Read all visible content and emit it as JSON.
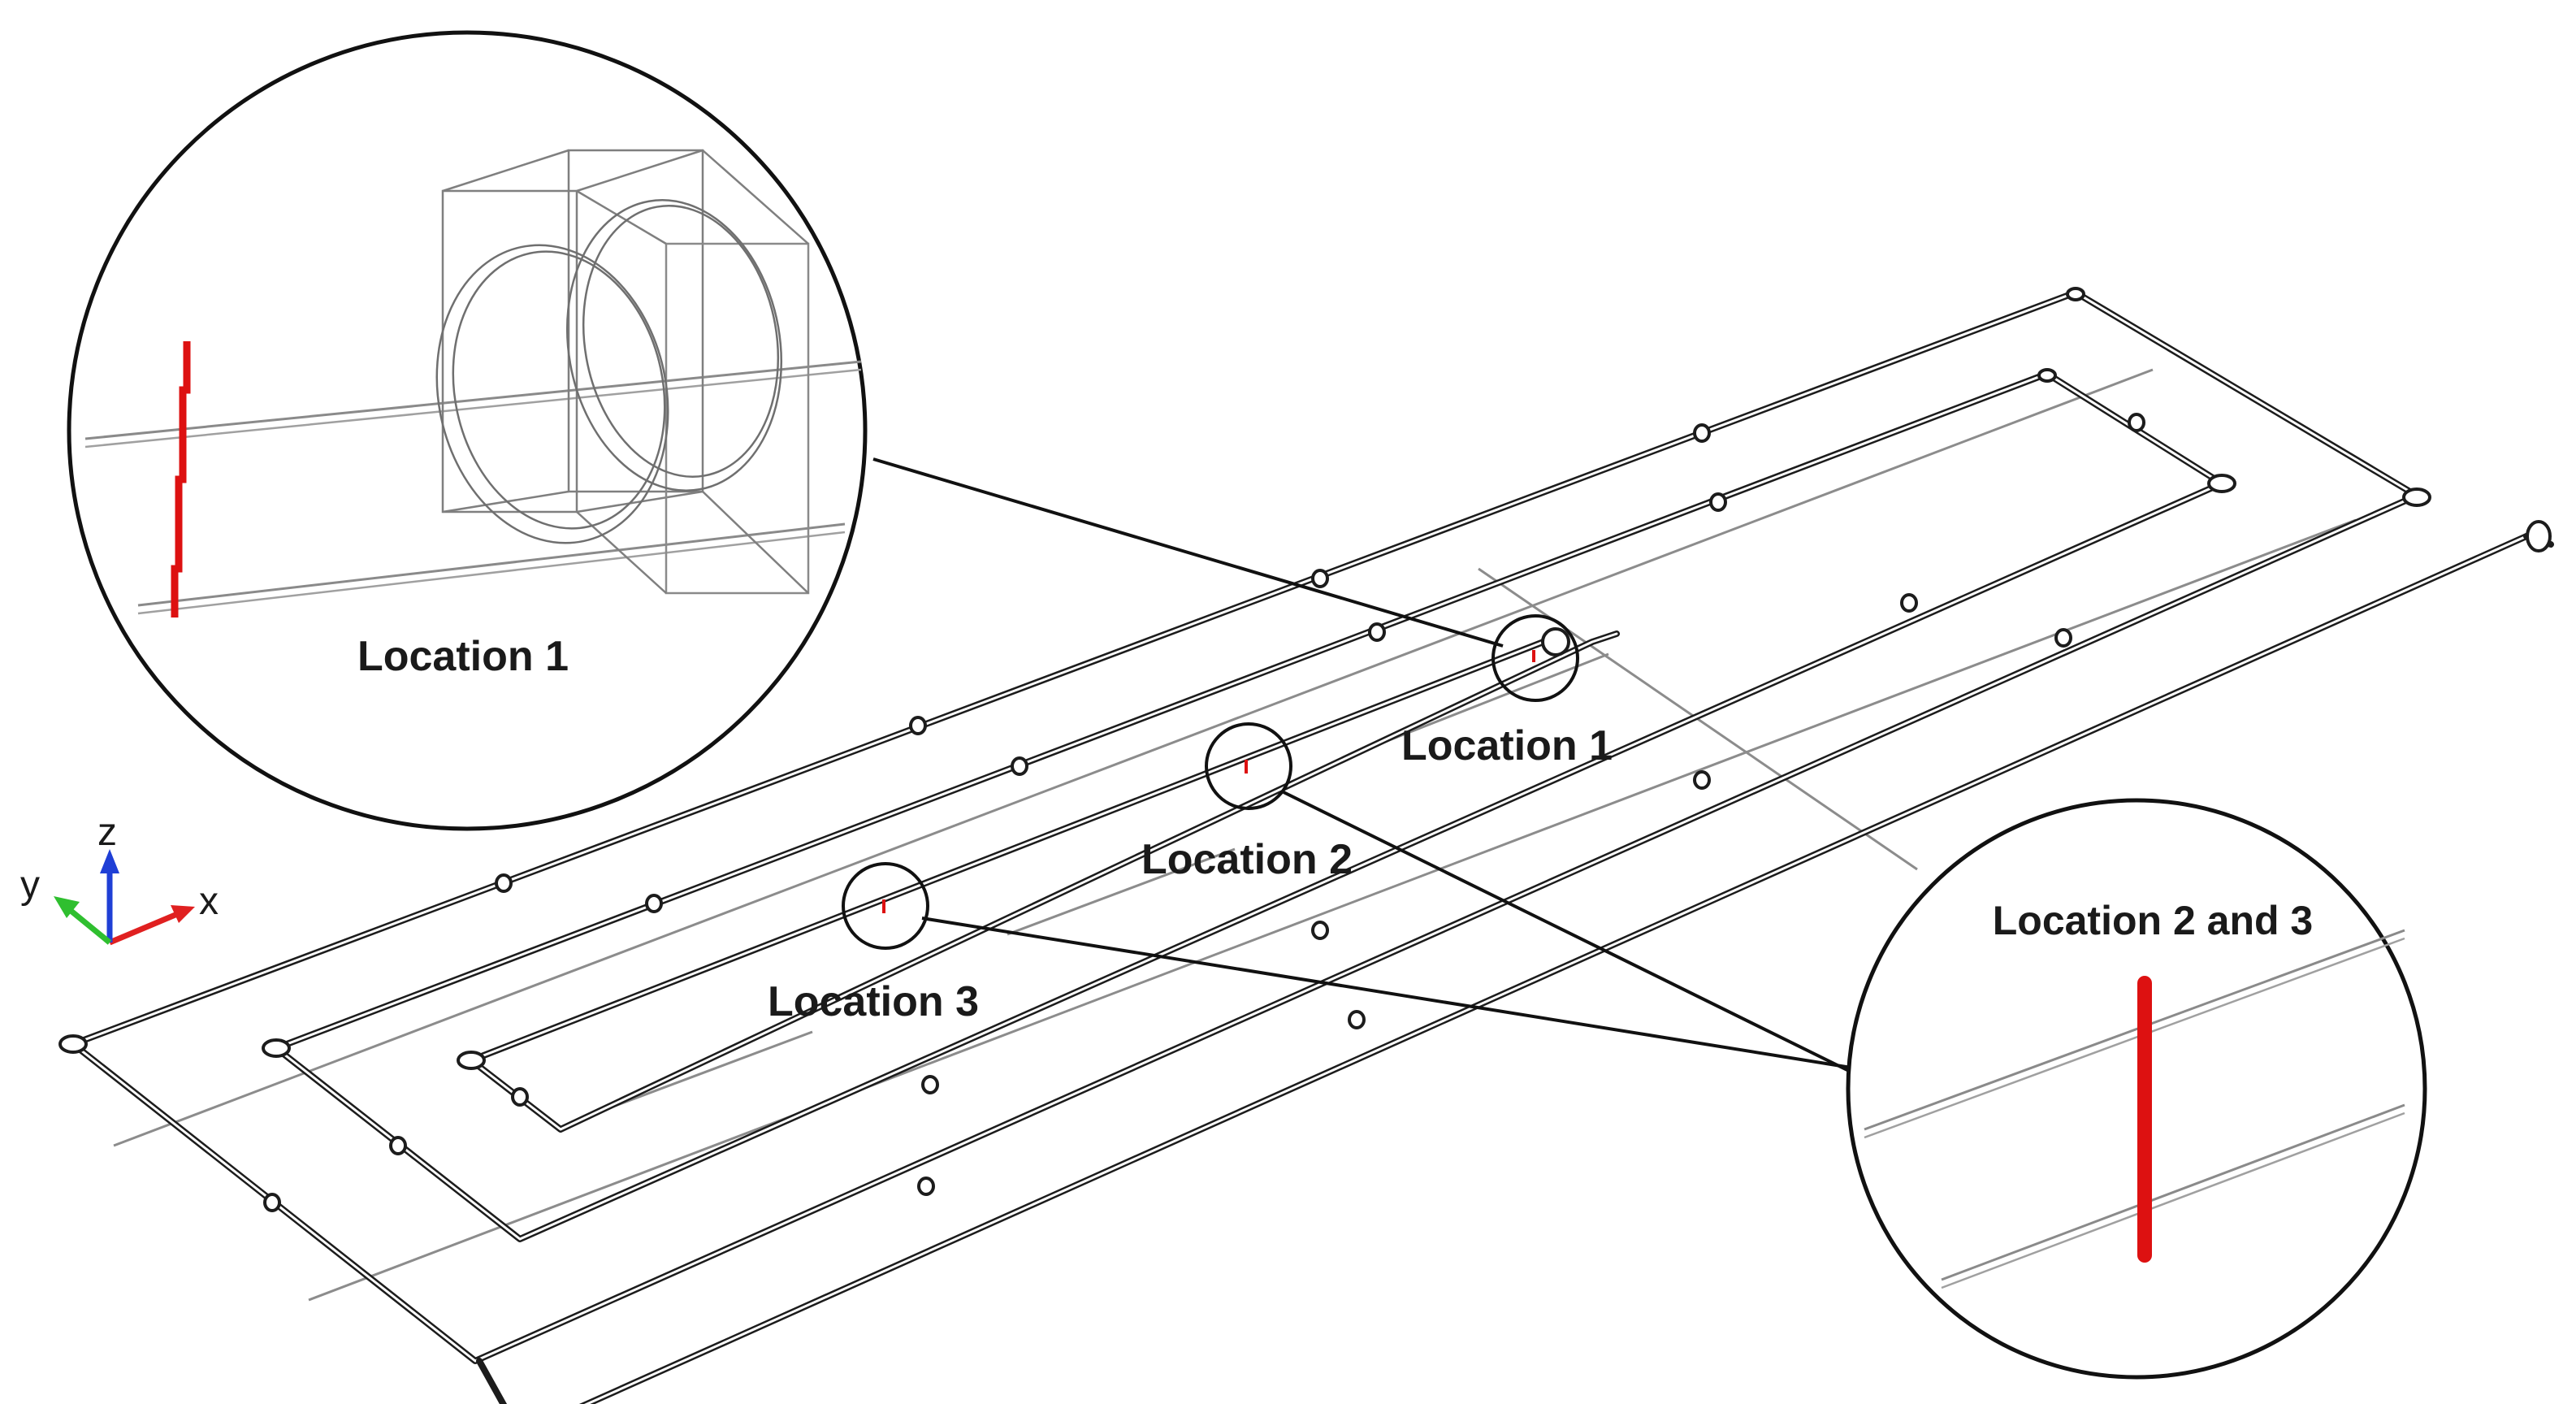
{
  "labels": {
    "location1_main": "Location 1",
    "location2_main": "Location 2",
    "location3_main": "Location 3",
    "zoom1_caption": "Location 1",
    "zoom23_caption": "Location 2 and 3"
  },
  "axes": {
    "x": "x",
    "y": "y",
    "z": "z",
    "x_color": "#e02020",
    "y_color": "#2fbf2f",
    "z_color": "#1f3fd6"
  },
  "colors": {
    "sensor": "#dd1111",
    "pipe": "#1c1c1c",
    "background": "#ffffff"
  }
}
